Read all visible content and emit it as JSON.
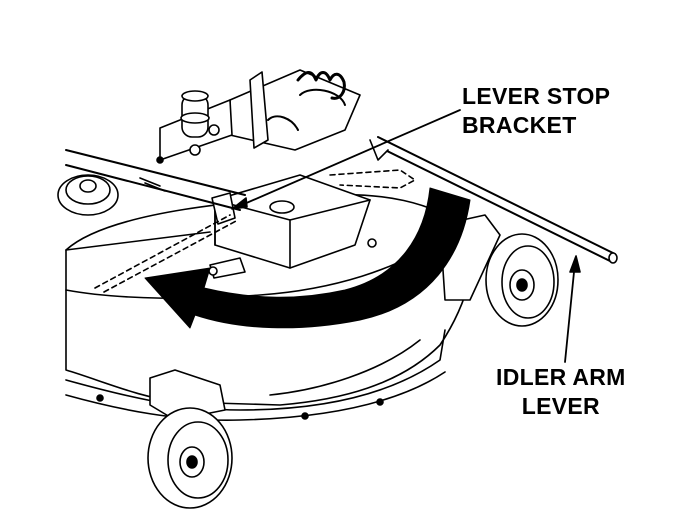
{
  "labels": {
    "lever_stop_bracket": {
      "line1": "LEVER STOP",
      "line2": "BRACKET"
    },
    "idler_arm_lever": {
      "line1": "IDLER ARM",
      "line2": "LEVER"
    }
  },
  "colors": {
    "stroke": "#000000",
    "fill": "#ffffff",
    "arrow": "#000000"
  }
}
